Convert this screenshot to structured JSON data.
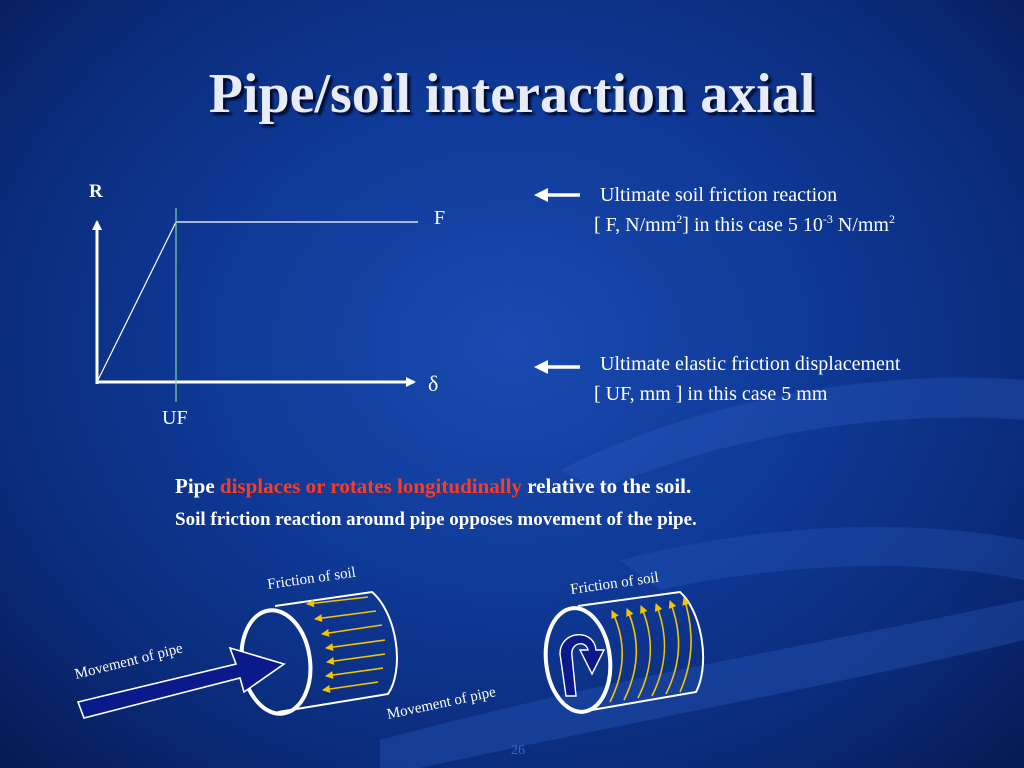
{
  "title": "Pipe/soil interaction axial",
  "graph": {
    "y_label": "R",
    "level_label": "F",
    "x_label": "δ",
    "tick_label": "UF"
  },
  "notes": [
    {
      "line1": "Ultimate soil friction reaction",
      "line2_a": "[ F, N/mm",
      "line2_sup1": "2",
      "line2_b": "] in this case 5 10",
      "line2_sup2": "-3",
      "line2_c": " N/mm",
      "line2_sup3": "2"
    },
    {
      "line1": "Ultimate elastic friction displacement",
      "line2": "[ UF, mm ] in this case 5 mm"
    }
  ],
  "statement": {
    "line1_a": "Pipe ",
    "line1_highlight": "displaces or rotates longitudinally",
    "line1_b": " relative to the soil.",
    "line2": "Soil friction reaction around pipe opposes movement of the pipe."
  },
  "diagram_left": {
    "friction_label": "Friction of soil",
    "movement_label": "Movement of pipe"
  },
  "diagram_right": {
    "friction_label": "Friction of soil",
    "movement_label": "Movement of pipe"
  },
  "page_number": "26",
  "colors": {
    "highlight": "#ff3b1f",
    "friction_arrows": "#f4c400",
    "movement_arrow": "#0a1a8a"
  }
}
